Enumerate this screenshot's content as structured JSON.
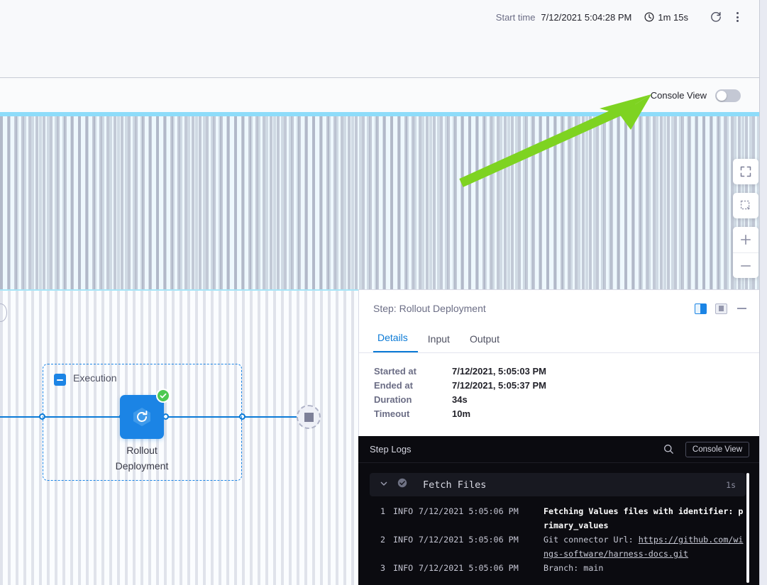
{
  "header": {
    "start_time_label": "Start time",
    "start_time_value": "7/12/2021 5:04:28 PM",
    "duration_value": "1m 15s",
    "clock_icon": "clock-icon",
    "refresh_icon": "refresh-icon",
    "more_icon": "kebab-menu-icon"
  },
  "console_bar": {
    "label": "Console View",
    "toggle_state": "off"
  },
  "canvas": {
    "zoom_controls": [
      {
        "name": "fit-to-screen",
        "icon": "fit-screen-icon"
      },
      {
        "name": "selection-box",
        "icon": "selection-box-icon"
      },
      {
        "name": "zoom-in",
        "icon": "plus-icon"
      },
      {
        "name": "zoom-out",
        "icon": "minus-icon"
      }
    ],
    "group": {
      "label": "Execution",
      "collapse_icon": "minus-square-icon"
    },
    "node": {
      "label": "Rollout\nDeployment",
      "label_line1": "Rollout",
      "label_line2": "Deployment",
      "icon": "rollout-deployment-icon",
      "status": "success",
      "status_icon": "check-circle-icon"
    },
    "end_node": {
      "icon": "stop-square-icon"
    },
    "annotation": {
      "type": "arrow",
      "color": "#7ed321"
    }
  },
  "details_panel": {
    "title": "Step: Rollout Deployment",
    "layout_icons": [
      {
        "name": "split-right-layout-icon",
        "state": "active"
      },
      {
        "name": "split-bottom-layout-icon",
        "state": "inactive"
      }
    ],
    "minimize_icon": "minimize-icon",
    "tabs": [
      {
        "label": "Details",
        "active": true
      },
      {
        "label": "Input",
        "active": false
      },
      {
        "label": "Output",
        "active": false
      }
    ],
    "rows": [
      {
        "key": "Started at",
        "value": "7/12/2021, 5:05:03 PM"
      },
      {
        "key": "Ended at",
        "value": "7/12/2021, 5:05:37 PM"
      },
      {
        "key": "Duration",
        "value": "34s"
      },
      {
        "key": "Timeout",
        "value": "10m"
      }
    ]
  },
  "logs_panel": {
    "title": "Step Logs",
    "search_icon": "search-icon",
    "console_view_button": "Console View",
    "section": {
      "name": "Fetch Files",
      "duration": "1s",
      "chevron_icon": "chevron-down-icon",
      "status_icon": "check-circle-icon"
    },
    "lines": [
      {
        "num": "1",
        "level": "INFO",
        "time": "7/12/2021 5:05:06 PM",
        "message": "Fetching Values files with identifier: primary_values",
        "bold": true,
        "link": null
      },
      {
        "num": "2",
        "level": "INFO",
        "time": "7/12/2021 5:05:06 PM",
        "message": "Git connector Url: ",
        "bold": false,
        "link": "https://github.com/wings-software/harness-docs.git"
      },
      {
        "num": "3",
        "level": "INFO",
        "time": "7/12/2021 5:05:06 PM",
        "message": "Branch: main",
        "bold": false,
        "link": null
      }
    ]
  },
  "colors": {
    "accent_blue": "#0b7ad6",
    "node_blue": "#1b84e5",
    "success_green": "#4dc952",
    "annotation_green": "#7ed321",
    "canvas_band": "#8ddcfa",
    "log_bg": "#0b0b10"
  }
}
